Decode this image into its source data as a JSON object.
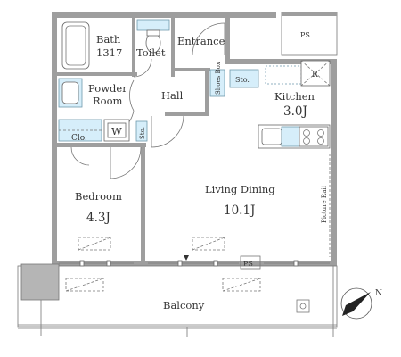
{
  "rooms": {
    "bath": {
      "name": "Bath",
      "size": "1317"
    },
    "toilet": {
      "name": "Toilet"
    },
    "entrance": {
      "name": "Entrance"
    },
    "ps_top": {
      "name": "PS"
    },
    "powder": {
      "line1": "Powder",
      "line2": "Room"
    },
    "hall": {
      "name": "Hall"
    },
    "shoes_box": {
      "name": "Shoes Box"
    },
    "sto_kitchen": {
      "name": "Sto."
    },
    "kitchen": {
      "name": "Kitchen",
      "size": "3.0J"
    },
    "refrigerator": {
      "name": "R"
    },
    "closet": {
      "name": "Clo."
    },
    "washer": {
      "name": "W"
    },
    "sto_bed": {
      "name": "Sto."
    },
    "bedroom": {
      "name": "Bedroom",
      "size": "4.3J"
    },
    "living": {
      "name": "Living Dining",
      "size": "10.1J"
    },
    "picture_rail": {
      "name": "Picture Rail"
    },
    "ps_bottom": {
      "name": "PS"
    },
    "balcony": {
      "name": "Balcony"
    }
  },
  "compass": {
    "label": "N",
    "icon": "north-arrow-icon"
  },
  "colors": {
    "wall": "#9e9e9e",
    "storage": "#d6eefa",
    "outline": "#666666"
  }
}
